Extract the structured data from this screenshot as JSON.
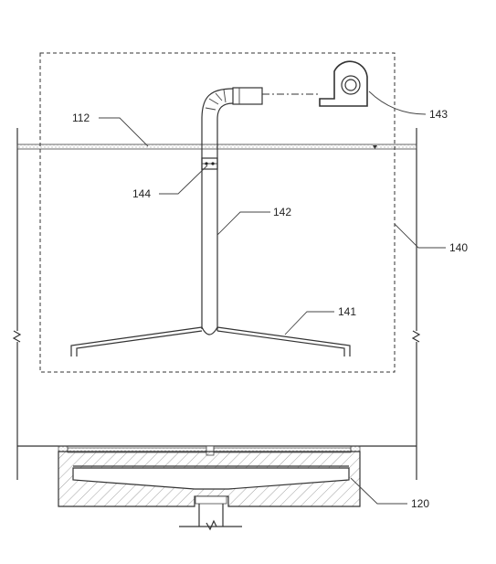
{
  "labels": {
    "ref_112": "112",
    "ref_143": "143",
    "ref_144": "144",
    "ref_142": "142",
    "ref_140": "140",
    "ref_141": "141",
    "ref_120": "120"
  }
}
